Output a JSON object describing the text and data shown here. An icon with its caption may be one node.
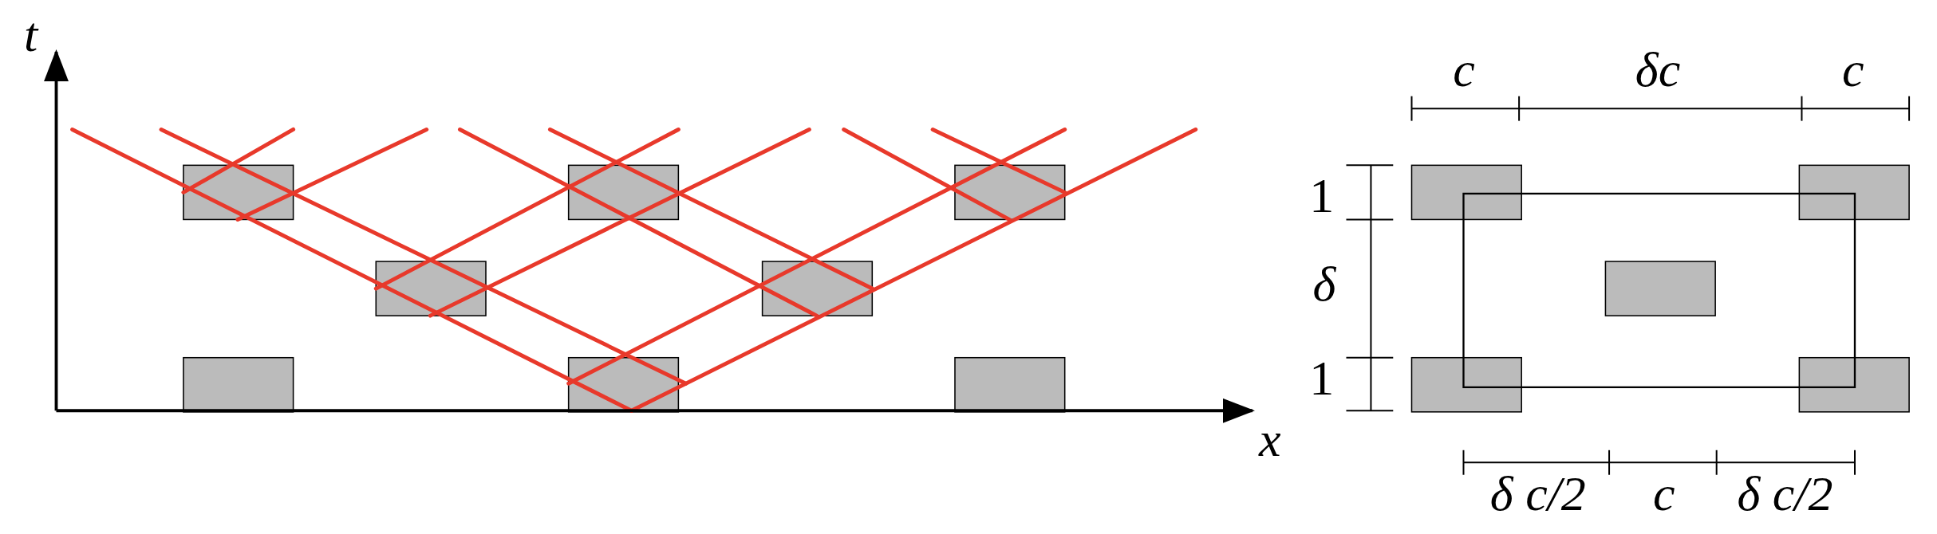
{
  "diagram": {
    "labels": [
      "t",
      "c",
      "δc",
      "c",
      "1",
      "δ",
      "1",
      "x",
      "δ c/2",
      "c",
      "δ c/2"
    ]
  }
}
